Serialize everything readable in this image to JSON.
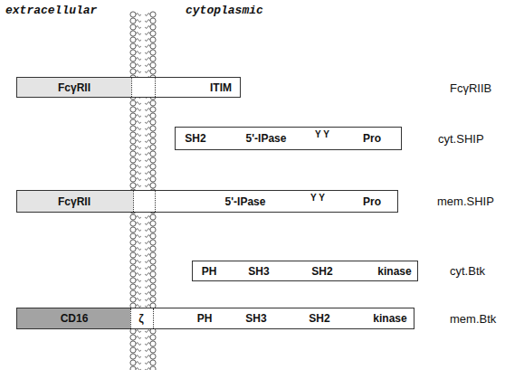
{
  "diagram": {
    "nodes": [
      {
        "text": [
          "ITIM"
        ]
      },
      {
        "text": [
          "FcγRII"
        ],
        "in": 0
      },
      {
        "text": [
          "SH2",
          "5'-IPase",
          "Y Y",
          "Pro"
        ]
      },
      {
        "text": [
          "5'-IPase",
          "Y Y",
          "Pro"
        ]
      },
      {
        "text": [
          "FcγRII"
        ],
        "in": 3
      },
      {
        "text": [
          "PH",
          "SH3",
          "SH2",
          "kinase"
        ]
      },
      {
        "text": [
          "ζ",
          "PH",
          "SH3",
          "SH2",
          "kinase"
        ]
      },
      {
        "text": [
          "CD16"
        ],
        "in": 6
      }
    ],
    "labels": [
      "extracellular",
      "cytoplasmic",
      "FcγRIIB",
      "cyt.SHIP",
      "mem.SHIP",
      "cyt.Btk",
      "mem.Btk"
    ]
  }
}
